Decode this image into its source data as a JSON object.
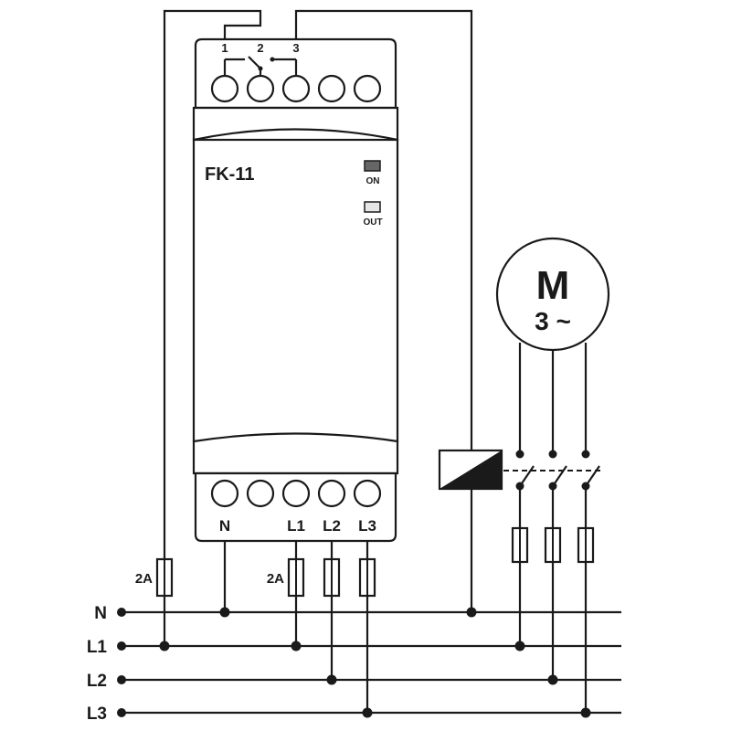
{
  "device": {
    "model": "FK-11",
    "led_on_label": "ON",
    "led_out_label": "OUT",
    "relay_terminals": [
      "1",
      "2",
      "3"
    ],
    "bottom_terminals": [
      "N",
      "L1",
      "L2",
      "L3"
    ]
  },
  "motor": {
    "letter": "M",
    "phase": "3 ~"
  },
  "fuses": {
    "n_side_rating": "2A",
    "l1_rating": "2A"
  },
  "lines": [
    "N",
    "L1",
    "L2",
    "L3"
  ],
  "colors": {
    "ink": "#1a1a1a",
    "led_on": "#666666",
    "led_out": "#e6e6e6"
  }
}
